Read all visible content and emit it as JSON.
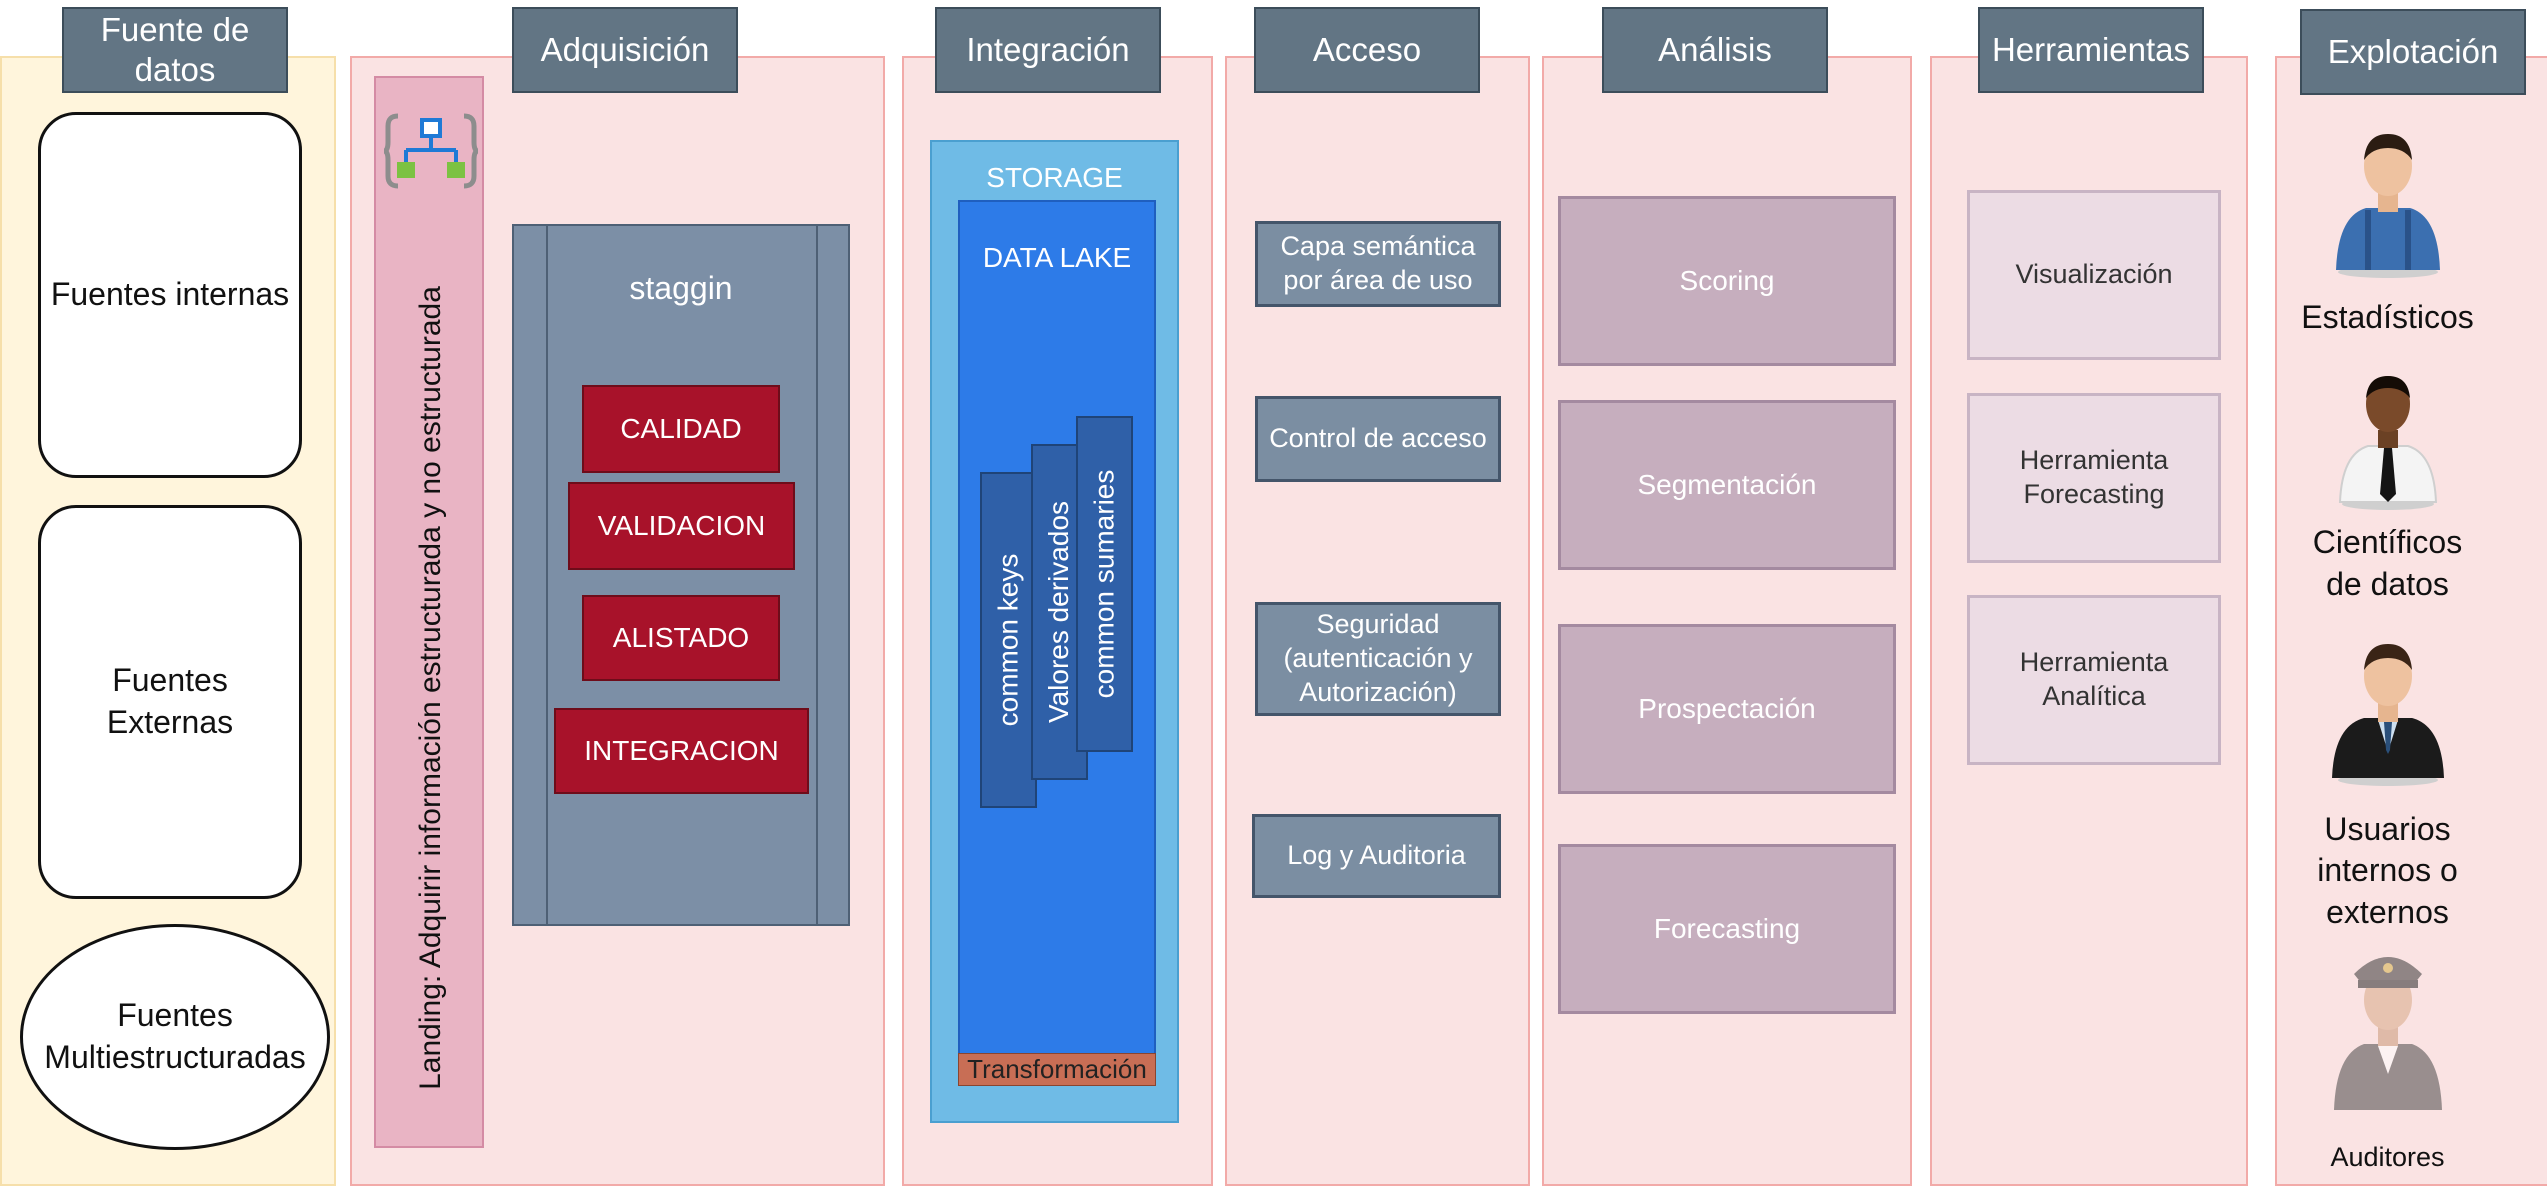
{
  "headers": {
    "fuente": "Fuente de datos",
    "adquisicion": "Adquisición",
    "integracion": "Integración",
    "acceso": "Acceso",
    "analisis": "Análisis",
    "herramientas": "Herramientas",
    "explotacion": "Explotación"
  },
  "sources": {
    "internas": "Fuentes internas",
    "externas": "Fuentes Externas",
    "multi": "Fuentes Multiestructuradas"
  },
  "landing": {
    "text": "Landing: Adquirir información estructurada y no estructurada",
    "icon": "data-factory-icon"
  },
  "staging": {
    "title": "staggin",
    "steps": [
      "CALIDAD",
      "VALIDACION",
      "ALISTADO",
      "INTEGRACION"
    ]
  },
  "storage": {
    "title": "STORAGE",
    "lake": "DATA LAKE",
    "layers": [
      "common keys",
      "Valores derivados",
      "common sumaries"
    ],
    "transform": "Transformación"
  },
  "access": [
    "Capa semántica por área de uso",
    "Control de acceso",
    "Seguridad (autenticación y Autorización)",
    "Log y Auditoria"
  ],
  "analysis": [
    "Scoring",
    "Segmentación",
    "Prospectación",
    "Forecasting"
  ],
  "tools": [
    "Visualización",
    "Herramienta Forecasting",
    "Herramienta Analítica"
  ],
  "users": [
    "Estadísticos",
    "Científicos de datos",
    "Usuarios internos o externos",
    "Auditores"
  ],
  "colors": {
    "header": "#627584",
    "lane": "#fae3e3",
    "source_lane": "#fff5dc",
    "quality_red": "#a8122a",
    "storage_outer": "#6fbbe6",
    "data_lake": "#2d7be8",
    "transform": "#c86e55"
  }
}
